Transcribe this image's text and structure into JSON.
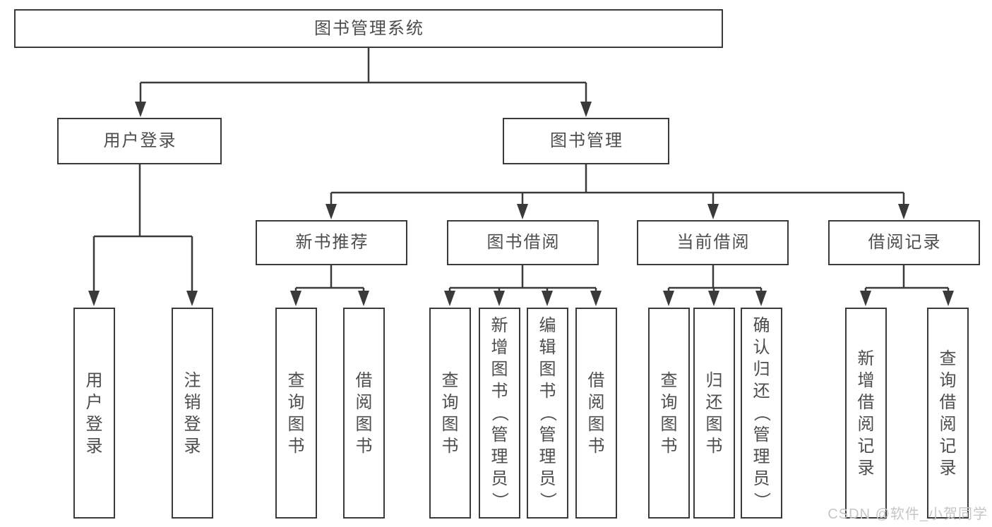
{
  "title": "图书管理系统",
  "watermark": "CSDN @软件_小贺同学",
  "colors": {
    "line": "#3a3a3a",
    "text": "#4d4d4d",
    "background": "#ffffff",
    "watermark": "#c6c6c6"
  },
  "level2": {
    "user": "用户登录",
    "book": "图书管理"
  },
  "level3": {
    "recommend": "新书推荐",
    "borrow": "图书借阅",
    "current": "当前借阅",
    "records": "借阅记录"
  },
  "leaves": {
    "user": [
      "用户登录",
      "注销登录"
    ],
    "recommend": [
      "查询图书",
      "借阅图书"
    ],
    "borrow": [
      "查询图书",
      "新增图书（管理员）",
      "编辑图书（管理员）",
      "借阅图书"
    ],
    "current": [
      "查询图书",
      "归还图书",
      "确认归还（管理员）"
    ],
    "records": [
      "新增借阅记录",
      "查询借阅记录"
    ]
  }
}
